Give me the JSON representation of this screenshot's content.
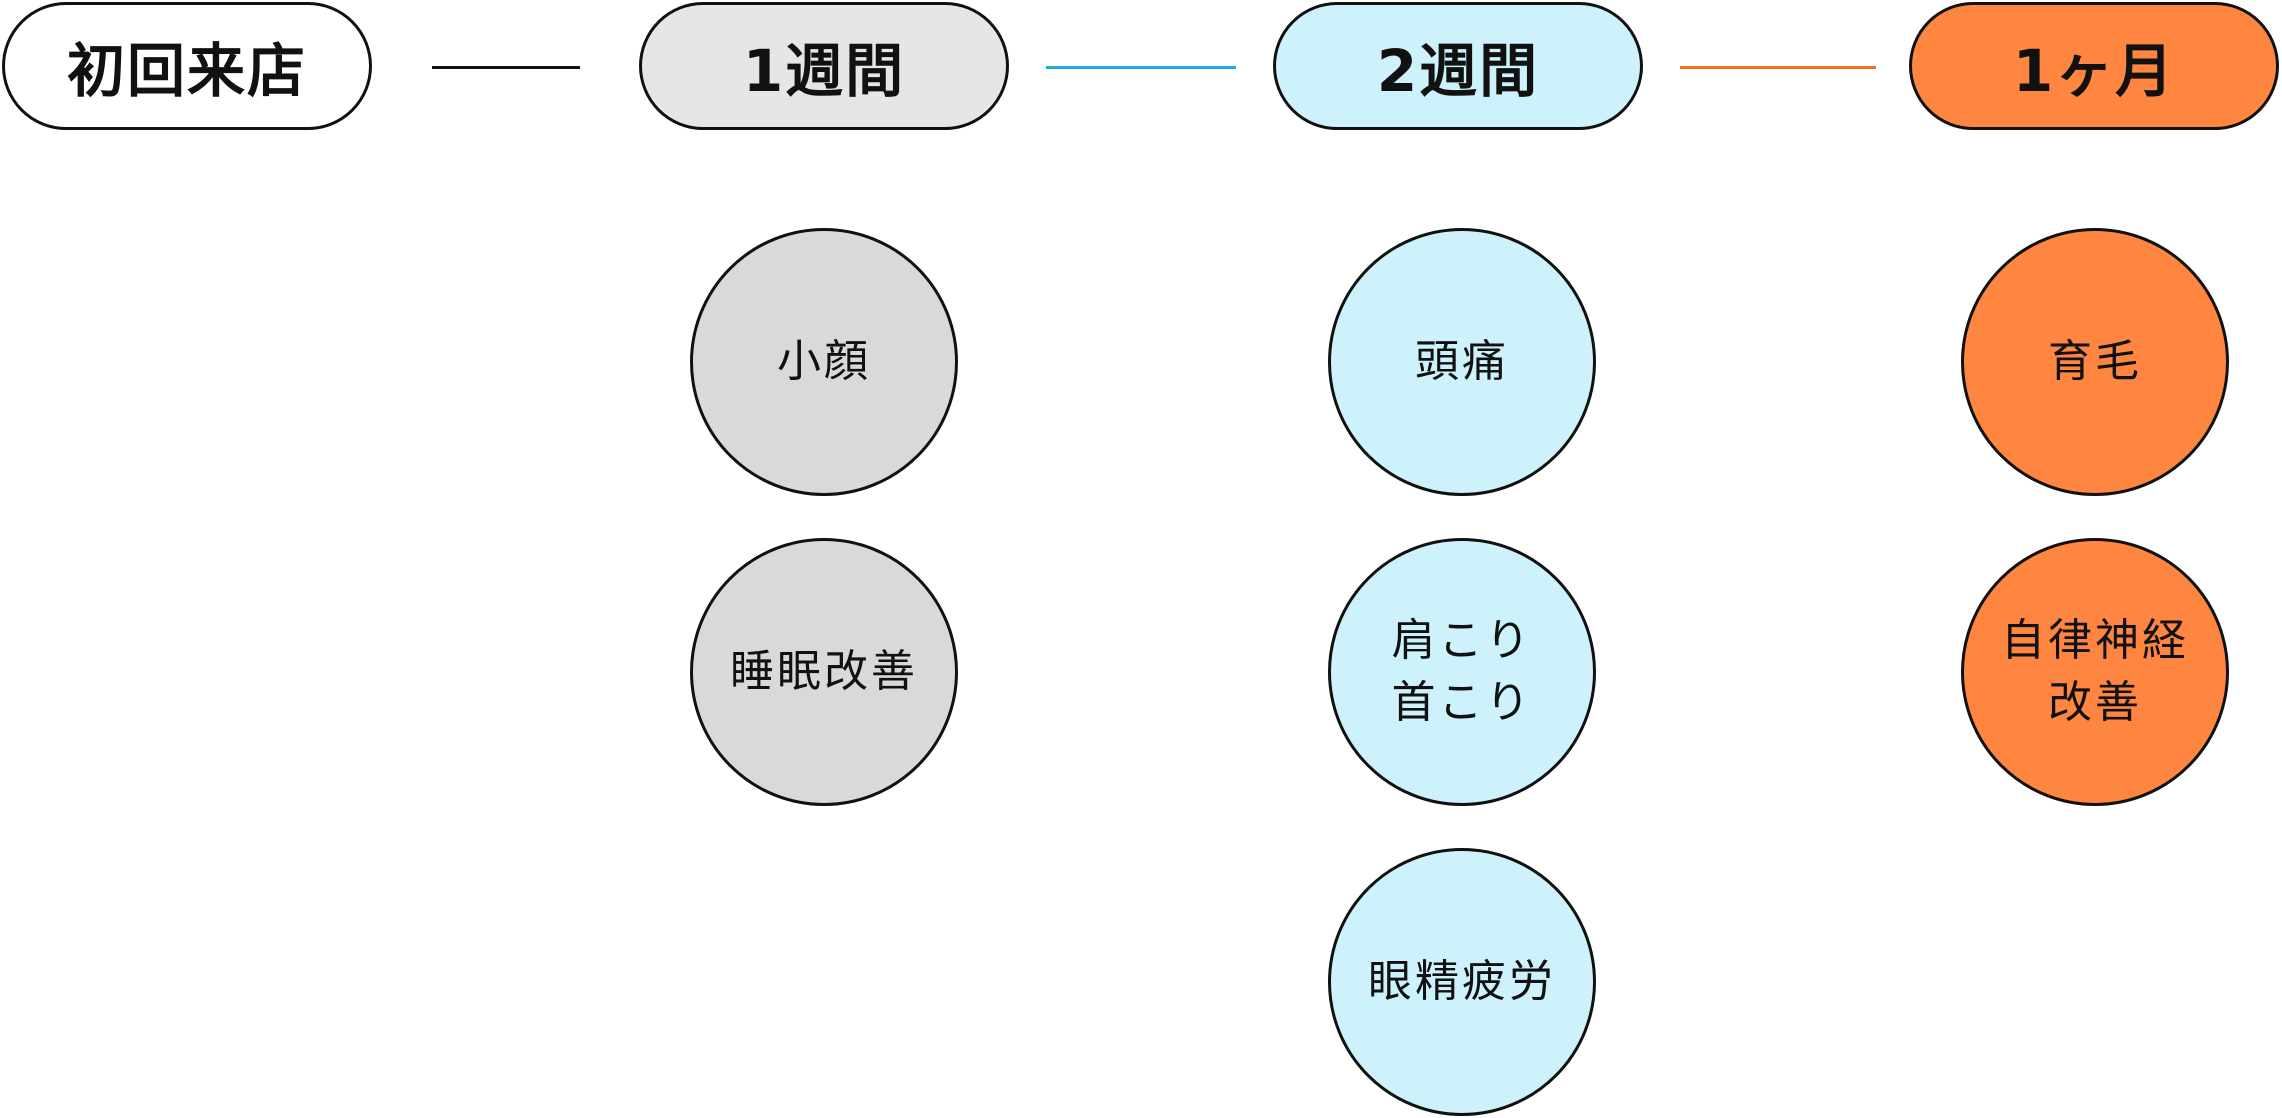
{
  "colors": {
    "border": "#111111",
    "stage_first": "#ffffff",
    "stage_week1": "#e6e6e6",
    "stage_week2": "#cdf2fb",
    "stage_month1": "#ff8640",
    "circle_week1": "#d9d9d9",
    "circle_week2": "#cdf2fb",
    "circle_month1": "#ff8640",
    "connector_1": "#111111",
    "connector_2": "#1aaee0",
    "connector_3": "#f07020"
  },
  "stages": [
    {
      "label": "初回来店"
    },
    {
      "label": "1週間"
    },
    {
      "label": "2週間"
    },
    {
      "label": "1ヶ月"
    }
  ],
  "week1": {
    "items": [
      {
        "lines": [
          "小顔"
        ]
      },
      {
        "lines": [
          "睡眠改善"
        ]
      }
    ]
  },
  "week2": {
    "items": [
      {
        "lines": [
          "頭痛"
        ]
      },
      {
        "lines": [
          "肩こり",
          "首こり"
        ]
      },
      {
        "lines": [
          "眼精疲労"
        ]
      }
    ]
  },
  "month1": {
    "items": [
      {
        "lines": [
          "育毛"
        ]
      },
      {
        "lines": [
          "自律神経",
          "改善"
        ]
      }
    ]
  }
}
